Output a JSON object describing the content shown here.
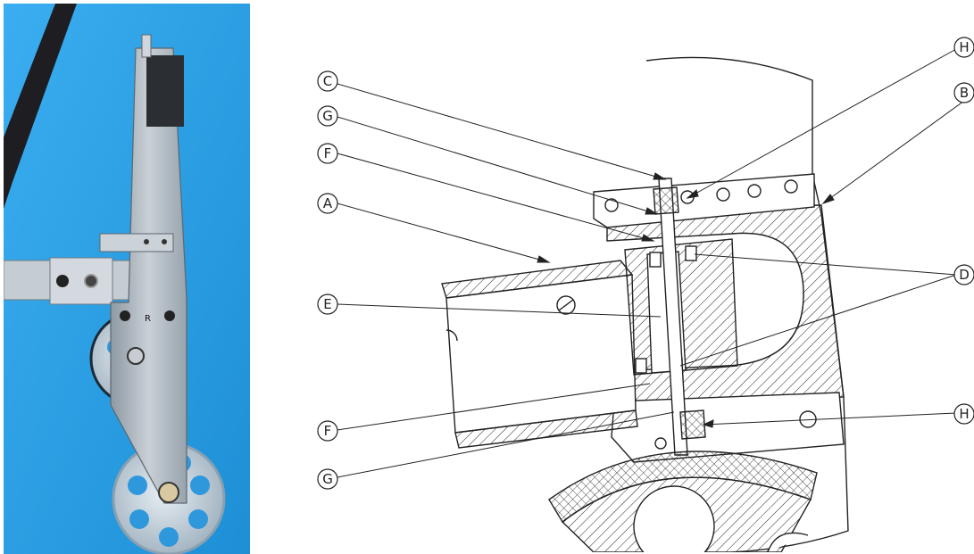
{
  "photo": {
    "background_color": "#2fa3e6",
    "bracket_marking": "R"
  },
  "callouts": [
    {
      "id": "A",
      "label": "A"
    },
    {
      "id": "B",
      "label": "B"
    },
    {
      "id": "C",
      "label": "C"
    },
    {
      "id": "D",
      "label": "D"
    },
    {
      "id": "E",
      "label": "E"
    },
    {
      "id": "F1",
      "label": "F"
    },
    {
      "id": "F2",
      "label": "F"
    },
    {
      "id": "G1",
      "label": "G"
    },
    {
      "id": "G2",
      "label": "G"
    },
    {
      "id": "H1",
      "label": "H"
    },
    {
      "id": "H2",
      "label": "H"
    }
  ]
}
